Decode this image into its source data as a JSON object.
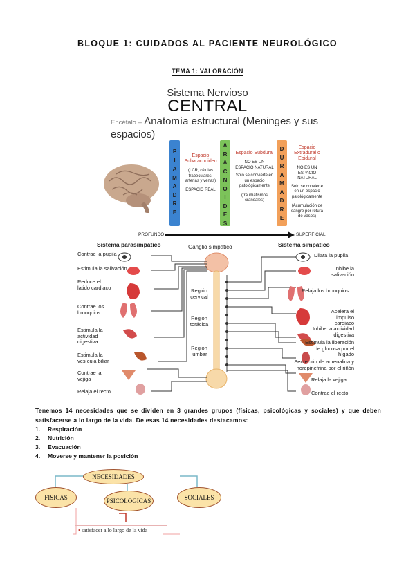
{
  "header": {
    "title": "BLOQUE 1: CUIDADOS AL PACIENTE NEUROLÓGICO",
    "subtitle": "TEMA 1: VALORACIÓN"
  },
  "meninges_figure": {
    "title_line1": "Sistema Nervioso",
    "title_line2": "CENTRAL",
    "encefalo_prefix": "Encéfalo –",
    "heading": "Anatomía estructural (Meninges y sus espacios)",
    "columns": [
      {
        "letters": [
          "P",
          "I",
          "A",
          "M",
          "A",
          "D",
          "R",
          "E"
        ],
        "color": "#3b83d0"
      },
      {
        "letters": [
          "A",
          "R",
          "A",
          "C",
          "N",
          "O",
          "I",
          "D",
          "E",
          "S"
        ],
        "color": "#7cc35a"
      },
      {
        "letters": [
          "D",
          "U",
          "R",
          "A",
          "M",
          "A",
          "D",
          "R",
          "E"
        ],
        "color": "#f2a05a"
      }
    ],
    "spaces": [
      {
        "heading": "Espacio Subaracnoideo",
        "lines": [
          "(LCR, células trabeculares, arterias y venas)",
          "ESPACIO REAL"
        ]
      },
      {
        "heading": "Espacio Subdural",
        "lines": [
          "NO ES UN ESPACIO NATURAL",
          "Solo se convierte en un espacio patológicamente",
          "(traumatismos craneales)"
        ]
      },
      {
        "heading": "Espacio Extradural o Epidural",
        "lines": [
          "NO ES UN ESPACIO NATURAL",
          "Solo se convierte en un espacio patológicamente",
          "(Acumulación de sangre por rotura de vasos)"
        ]
      }
    ],
    "axis_left": "PROFUNDO",
    "axis_right": "SUPERFICIAL"
  },
  "autonomic_figure": {
    "left_title": "Sistema parasimpático",
    "right_title": "Sistema simpático",
    "center_title": "Ganglio simpático",
    "regions": [
      "Región cervical",
      "Región torácica",
      "Región lumbar"
    ],
    "left_labels": [
      "Contrae la pupila",
      "Estimula la salivación",
      "Reduce el latido cardiaco",
      "Contrae los bronquios",
      "Estimula la actividad digestiva",
      "Estimula la vesícula biliar",
      "Contrae la vejiga",
      "Relaja el recto"
    ],
    "right_labels": [
      "Dilata la pupila",
      "Inhibe la salivación",
      "Relaja los bronquios",
      "Acelera el impulso cardiaco",
      "Inhibe la actividad digestiva",
      "Estimula la liberación de glucosa por el hígado",
      "Secreción de adrenalina y norepinefrina por el riñón",
      "Relaja la vejiga",
      "Contrae el recto"
    ]
  },
  "body": {
    "paragraph": "Tenemos 14 necesidades que se dividen en 3 grandes grupos (físicas, psicológicas y sociales) y que deben satisfacerse a lo largo de la vida. De esas 14 necesidades destacamos:",
    "list": [
      {
        "num": "1.",
        "text": "Respiración"
      },
      {
        "num": "2.",
        "text": "Nutrición"
      },
      {
        "num": "3.",
        "text": "Evacuación"
      },
      {
        "num": "4.",
        "text": "Moverse y mantener la posición"
      }
    ]
  },
  "needs_diagram": {
    "root": "NECESIDADES",
    "children": [
      "FISICAS",
      "PSICOLOGICAS",
      "SOCIALES"
    ],
    "note": "satisfacer a lo largo de la vida"
  }
}
